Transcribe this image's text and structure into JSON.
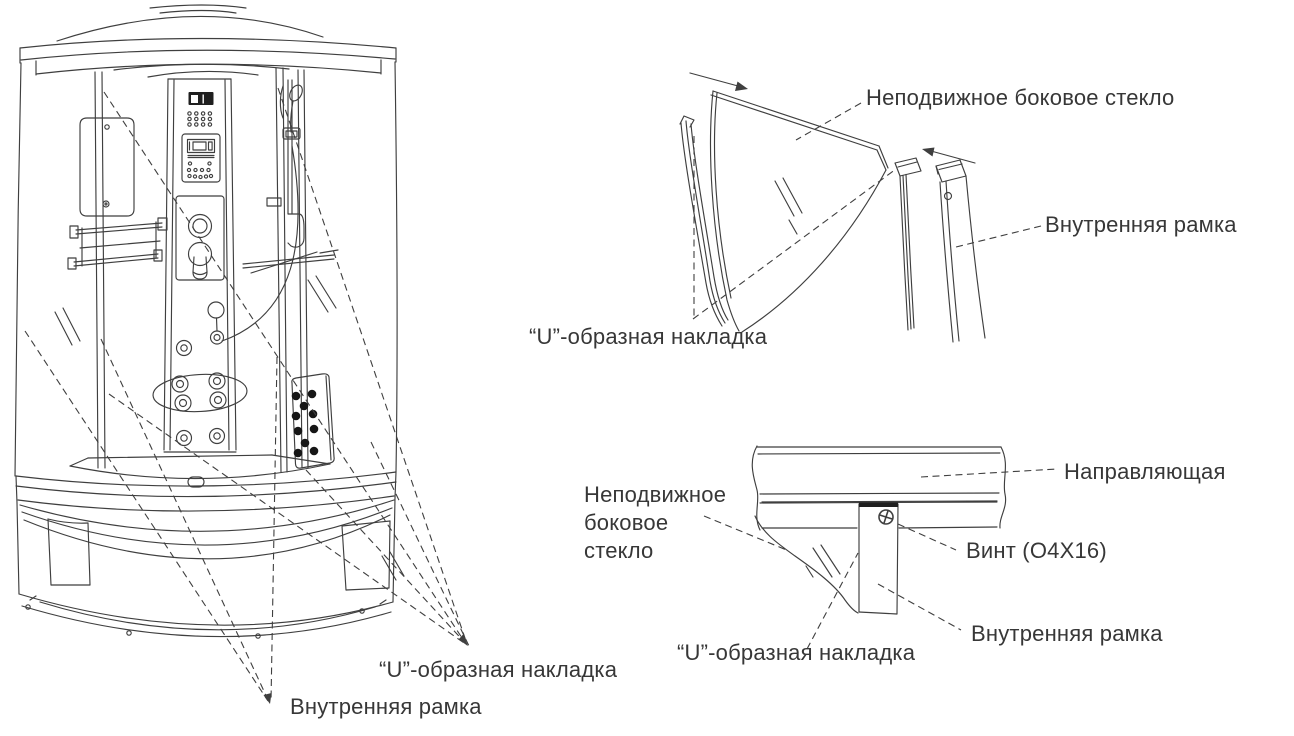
{
  "page": {
    "title": "Схема сборки душевой кабины — детальные узлы",
    "colors": {
      "line": "#3f3f3f",
      "text": "#373737",
      "fill_black": "#161616",
      "background": "#ffffff"
    }
  },
  "cabin": {
    "labels": {
      "u_overlay": "“U”-образная накладка",
      "inner_frame": "Внутренняя рамка"
    }
  },
  "glass_assembly": {
    "labels": {
      "fixed_side_glass": "Неподвижное боковое стекло",
      "inner_frame": "Внутренняя рамка",
      "u_overlay": "“U”-образная накладка"
    }
  },
  "rail_section": {
    "labels": {
      "guide_rail": "Направляющая",
      "fixed_side_glass_lines": [
        "Неподвижное",
        "боковое",
        "стекло"
      ],
      "screw": "Винт (О4Х16)",
      "inner_frame": "Внутренняя рамка",
      "u_overlay": "“U”-образная накладка"
    }
  }
}
